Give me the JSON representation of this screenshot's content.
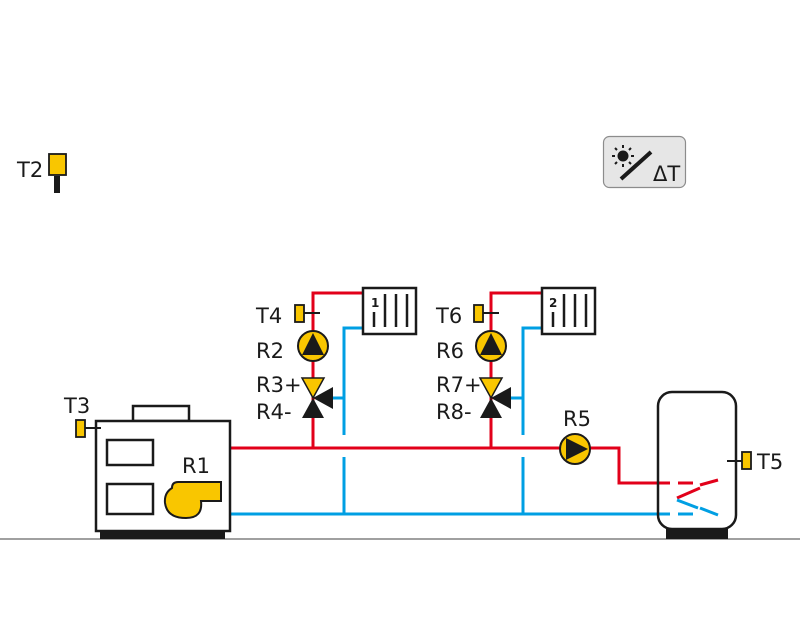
{
  "diagram": {
    "title": "Heating system hydraulic scheme",
    "colors": {
      "hot_pipe": "#e2001a",
      "cold_pipe": "#009fe3",
      "component_fill": "#f9c600",
      "outline": "#1a1a1a",
      "ground_line": "#a0a0a0",
      "solar_button_bg": "#e6e6e6"
    },
    "sensors": {
      "outdoor": "T2",
      "boiler": "T3",
      "circuit1": "T4",
      "tank": "T5",
      "circuit2": "T6"
    },
    "relays": {
      "burner_fan": "R1",
      "pump_circuit1": "R2",
      "mixer1_open": "R3+",
      "mixer1_close": "R4-",
      "pump_tank": "R5",
      "pump_circuit2": "R6",
      "mixer2_open": "R7+",
      "mixer2_close": "R8-"
    },
    "heating_circuits": [
      {
        "number": "1",
        "icon": "radiator-icon"
      },
      {
        "number": "2",
        "icon": "radiator-icon"
      }
    ],
    "solar_button": {
      "icon": "sun-icon",
      "label": "ΔT"
    }
  }
}
